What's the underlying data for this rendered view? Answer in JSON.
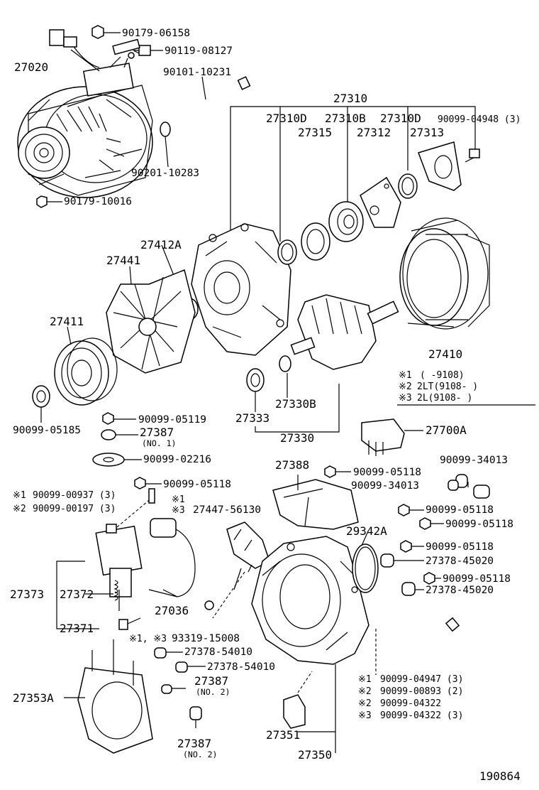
{
  "figure_id": "190864",
  "labels": {
    "p27020": "27020",
    "p90179_06158": "90179-06158",
    "p90119_08127": "90119-08127",
    "p90101_10231": "90101-10231",
    "p90201_10283": "90201-10283",
    "p90179_10016": "90179-10016",
    "p27310": "27310",
    "p27310D_a": "27310D",
    "p27310B": "27310B",
    "p27310D_b": "27310D",
    "p90099_04948": "90099-04948 (3)",
    "p27315": "27315",
    "p27312": "27312",
    "p27313": "27313",
    "p27412A": "27412A",
    "p27441": "27441",
    "p27411": "27411",
    "p27410": "27410",
    "p90099_05185": "90099-05185",
    "p27333": "27333",
    "p27330B": "27330B",
    "p27330": "27330",
    "p90099_05119": "90099-05119",
    "p27387_1": "27387",
    "p27387_1n": "(NO. 1)",
    "p90099_02216": "90099-02216",
    "p27700A": "27700A",
    "p27388": "27388",
    "p90099_05118_a": "90099-05118",
    "p90099_05118_b": "90099-05118",
    "p90099_34013_a": "90099-34013",
    "p90099_34013_b": "90099-34013",
    "p90099_05118_c": "90099-05118",
    "p90099_05118_d": "90099-05118",
    "p29342A": "29342A",
    "p90099_05118_e": "90099-05118",
    "p27378_45020_a": "27378-45020",
    "p90099_05118_f": "90099-05118",
    "p27378_45020_b": "27378-45020",
    "p90099_00937": "90099-00937 (3)",
    "p90099_00197": "90099-00197 (3)",
    "p27447_56130": "27447-56130",
    "p27373": "27373",
    "p27372": "27372",
    "p27036": "27036",
    "p27371": "27371",
    "p93319_15008": "93319-15008",
    "p27378_54010_a": "27378-54010",
    "p27378_54010_b": "27378-54010",
    "p27353A": "27353A",
    "p27387_2a": "27387",
    "p27387_2an": "(NO. 2)",
    "p27387_2b": "27387",
    "p27387_2bn": "(NO. 2)",
    "p27351": "27351",
    "p27350": "27350",
    "p90099_04947": "90099-04947 (3)",
    "p90099_00893": "90099-00893 (2)",
    "p90099_04322_a": "90099-04322",
    "p90099_04322_b": "90099-04322 (3)"
  },
  "marks": {
    "m1": "※1",
    "m2": "※2",
    "m3": "※3",
    "m1_3": "※1, ※3",
    "d1": "※1",
    "d2": "※2",
    "d3": "※2",
    "d4": "※3",
    "s1": "※1",
    "s2": "※3"
  },
  "legend": {
    "l1_mark": "※1",
    "l1_text": "(      -9108)",
    "l2_mark": "※2",
    "l2_text": "2LT(9108-      )",
    "l3_mark": "※3",
    "l3_text": "2L(9108-      )"
  }
}
